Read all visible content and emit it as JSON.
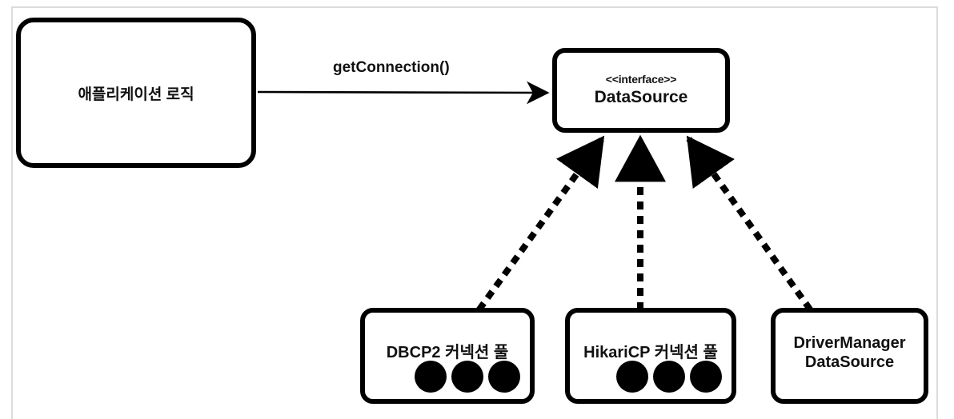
{
  "diagram": {
    "type": "uml-class-diagram",
    "background_color": "#ffffff",
    "stroke_color": "#000000",
    "frame_color": "#dcdcdc"
  },
  "nodes": {
    "application": {
      "label": "애플리케이션 로직",
      "shape": "rounded-rectangle"
    },
    "datasource": {
      "stereotype": "<<interface>>",
      "title": "DataSource",
      "shape": "rounded-rectangle"
    },
    "dbcp2": {
      "label": "DBCP2 커넥션 풀",
      "shape": "rounded-rectangle",
      "pool_dot_count": 3
    },
    "hikaricp": {
      "label": "HikariCP 커넥션 풀",
      "shape": "rounded-rectangle",
      "pool_dot_count": 3
    },
    "drivermanager": {
      "line1": "DriverManager",
      "line2": "DataSource",
      "shape": "rounded-rectangle",
      "pool_dot_count": 0
    }
  },
  "edges": {
    "get_connection": {
      "label": "getConnection()",
      "from": "application",
      "to": "datasource",
      "style": "solid",
      "arrowhead": "filled-arrow"
    },
    "dbcp2_implements": {
      "label": "",
      "from": "dbcp2",
      "to": "datasource",
      "style": "dotted",
      "arrowhead": "filled-triangle"
    },
    "hikaricp_implements": {
      "label": "",
      "from": "hikaricp",
      "to": "datasource",
      "style": "dotted",
      "arrowhead": "filled-triangle"
    },
    "drivermanager_implements": {
      "label": "",
      "from": "drivermanager",
      "to": "datasource",
      "style": "dotted",
      "arrowhead": "filled-triangle"
    }
  }
}
